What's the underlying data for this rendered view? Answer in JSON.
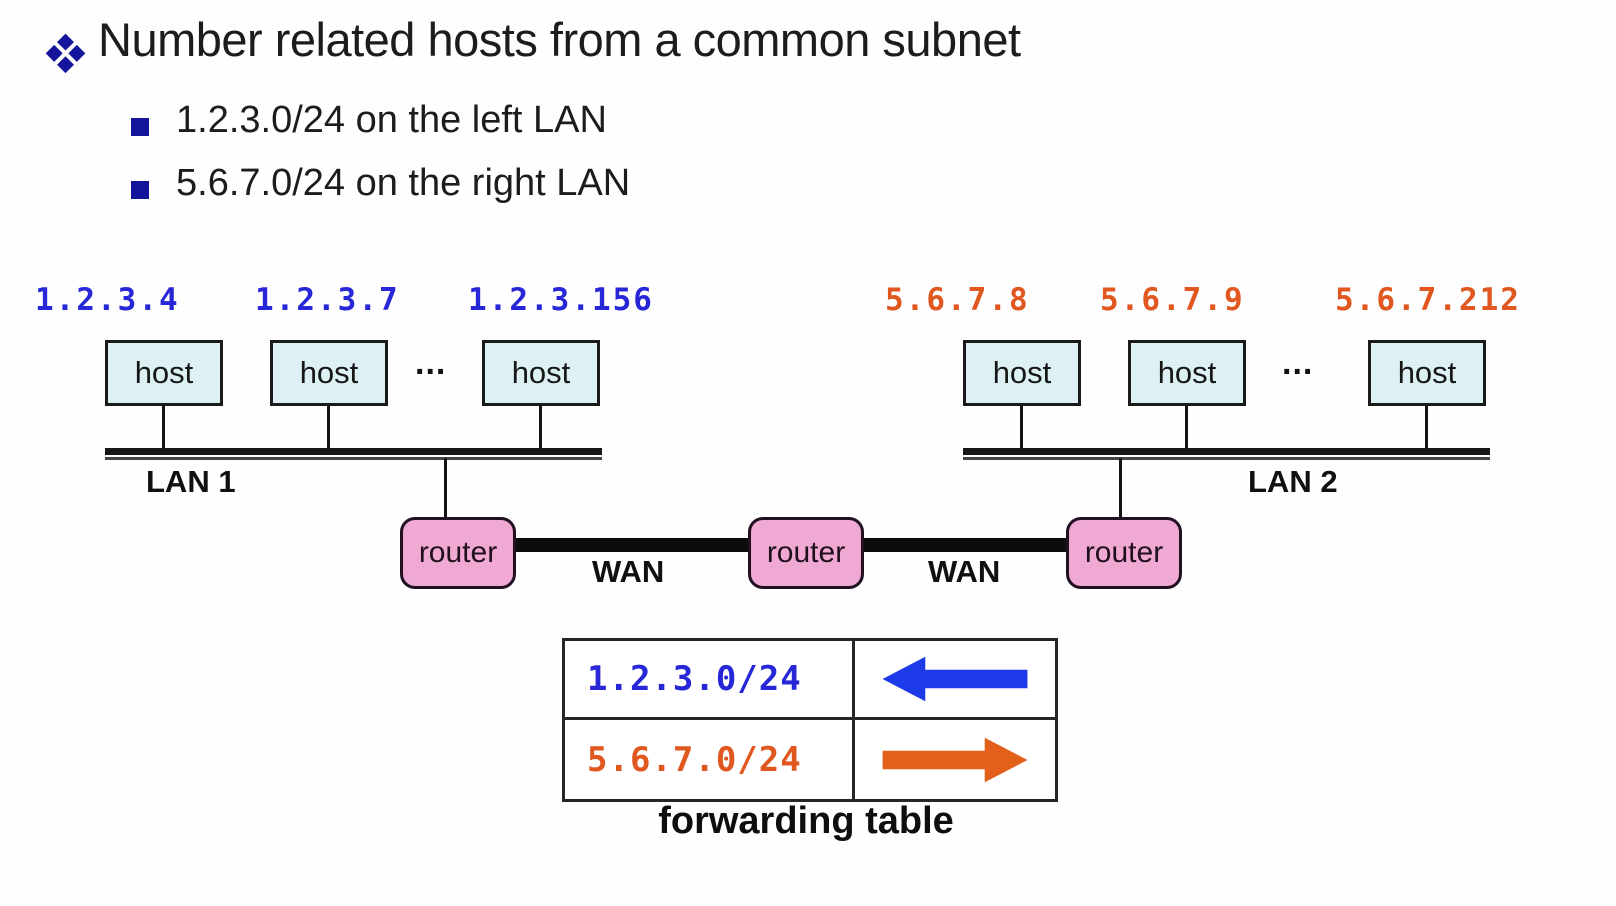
{
  "slide": {
    "title": "Number related hosts from a common subnet",
    "bullets": [
      "1.2.3.0/24 on the left LAN",
      "5.6.7.0/24 on the right LAN"
    ]
  },
  "diagram": {
    "left_lan": {
      "label": "LAN 1",
      "ips": [
        "1.2.3.4",
        "1.2.3.7",
        "1.2.3.156"
      ],
      "hosts": [
        "host",
        "host",
        "host"
      ],
      "ellipsis": "..."
    },
    "right_lan": {
      "label": "LAN 2",
      "ips": [
        "5.6.7.8",
        "5.6.7.9",
        "5.6.7.212"
      ],
      "hosts": [
        "host",
        "host",
        "host"
      ],
      "ellipsis": "..."
    },
    "routers": [
      "router",
      "router",
      "router"
    ],
    "wan_labels": [
      "WAN",
      "WAN"
    ]
  },
  "forwarding_table": {
    "caption": "forwarding table",
    "rows": [
      {
        "prefix": "1.2.3.0/24",
        "direction": "left",
        "arrow_color": "#1d3ae8",
        "text_color": "#2727d8"
      },
      {
        "prefix": "5.6.7.0/24",
        "direction": "right",
        "arrow_color": "#e2601a",
        "text_color": "#e0571f"
      }
    ]
  },
  "colors": {
    "title_text": "#1c1c1c",
    "bullet_navy": "#15159c",
    "ip_blue": "#2727d8",
    "ip_orange": "#e0571f",
    "host_fill": "#ddf1f5",
    "router_fill": "#f0a9d3",
    "line_black": "#141414"
  },
  "icons": {
    "title_bullet": "diamond-cluster-bullet",
    "list_bullet": "square-bullet",
    "table_row1_arrow": "left-arrow",
    "table_row2_arrow": "right-arrow"
  }
}
